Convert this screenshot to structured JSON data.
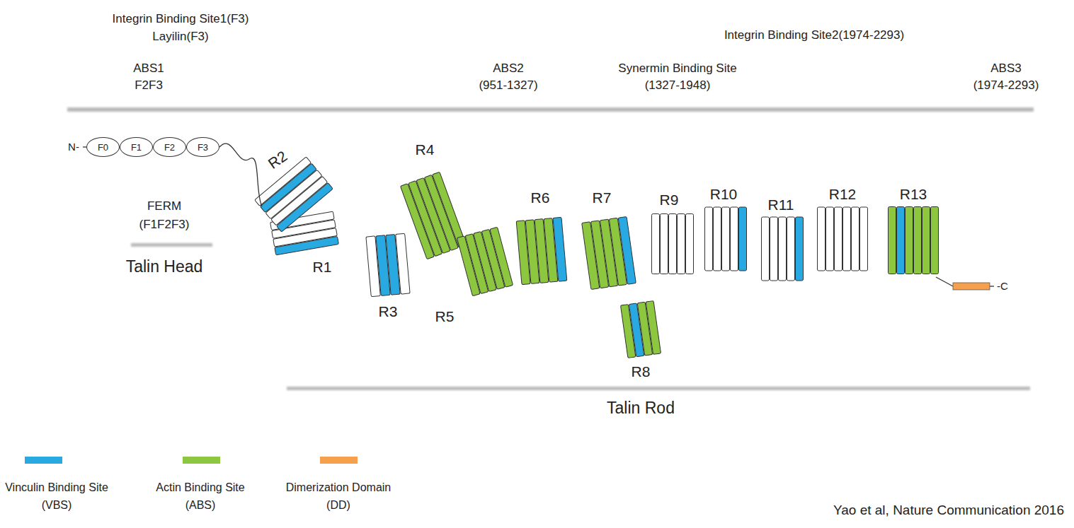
{
  "diagram": {
    "nodes": [
      {
        "text": [
          "F0"
        ]
      },
      {
        "text": [
          "F1"
        ]
      },
      {
        "text": [
          "F2"
        ]
      },
      {
        "text": [
          "F3"
        ]
      }
    ],
    "labels": [
      "Integrin Binding Site1(F3)",
      "Layilin(F3)",
      "Integrin Binding Site2(1974-2293)",
      "ABS1",
      "F2F3",
      "ABS2",
      "(951-1327)",
      "Synermin Binding Site",
      "(1327-1948)",
      "ABS3",
      "(1974-2293)",
      "N-",
      "R1",
      "R2",
      "R3",
      "R4",
      "R5",
      "R6",
      "R7",
      "R8",
      "R9",
      "R10",
      "R11",
      "R12",
      "R13",
      "-C",
      "FERM",
      "(F1F2F3)",
      "Talin Head",
      "Talin Rod",
      "Yao et al, Nature Communication 2016"
    ],
    "legend": [
      {
        "text": "Vinculin Binding Site (VBS)",
        "color": "#29a9e1"
      },
      {
        "text": "Actin Binding Site (ABS)",
        "color": "#8dc63f"
      },
      {
        "text": "Dimerization Domain (DD)",
        "color": "#f6a04d"
      }
    ]
  }
}
